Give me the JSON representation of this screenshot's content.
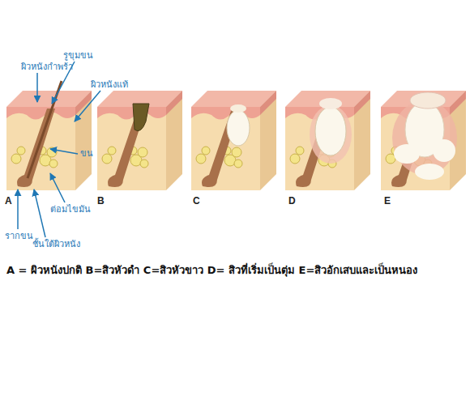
{
  "diagram": {
    "caption": "A = ผิวหนังปกติ B=สิวหัวดำ C=สิวหัวขาว D= สิวที่เริ่มเป็นตุ่ม E=สิวอักเสบและเป็นหนอง",
    "labels": [
      "รูขุมขน",
      "ผิวหนังกำพร้า",
      "ผิวหนังแท้",
      "ขน",
      "A",
      "ต่อมไขมัน",
      "B",
      "C",
      "D",
      "E",
      "รากขน",
      "ชั้นใต้ผิวหนัง"
    ]
  }
}
